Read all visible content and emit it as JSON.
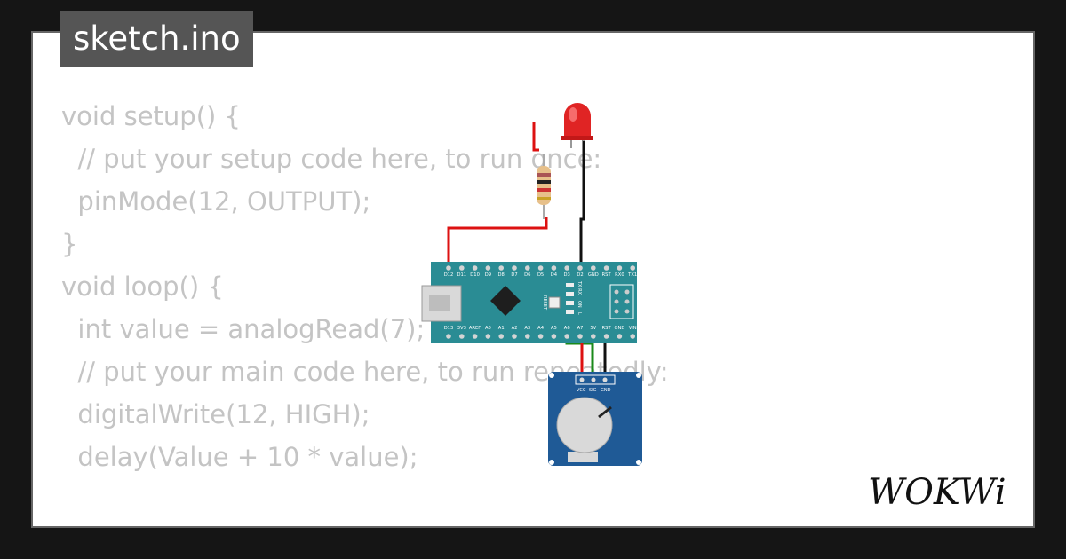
{
  "window": {
    "title": "sketch.ino"
  },
  "code": {
    "lines": [
      "void setup() {",
      "  // put your setup code here, to run once:",
      "  pinMode(12, OUTPUT);",
      "}",
      "",
      "void loop() {",
      "  int value = analogRead(7);",
      "",
      "  // put your main code here, to run repeatedly:",
      "  digitalWrite(12, HIGH);",
      "  delay(Value + 10 * value);"
    ]
  },
  "board": {
    "top_pins": [
      "D12",
      "D11",
      "D10",
      "D9",
      "D8",
      "D7",
      "D6",
      "D5",
      "D4",
      "D3",
      "D2",
      "GND",
      "RST",
      "RX0",
      "TX1"
    ],
    "bottom_pins": [
      "D13",
      "3V3",
      "AREF",
      "A0",
      "A1",
      "A2",
      "A3",
      "A4",
      "A5",
      "A6",
      "A7",
      "5V",
      "RST",
      "GND",
      "VIN"
    ],
    "reset_label": "RESET",
    "tx_rx_label": "TX RX",
    "on_label": "ON",
    "l_label": "L"
  },
  "potentiometer": {
    "pins": [
      "VCC",
      "SIG",
      "GND"
    ]
  },
  "brand": {
    "logo_text": "WOKWi"
  },
  "colors": {
    "led": "#e02424",
    "board": "#2a8c94",
    "pot_body": "#1f5a96",
    "wire_red": "#d11",
    "wire_black": "#111",
    "wire_green": "#1a8a1a"
  }
}
